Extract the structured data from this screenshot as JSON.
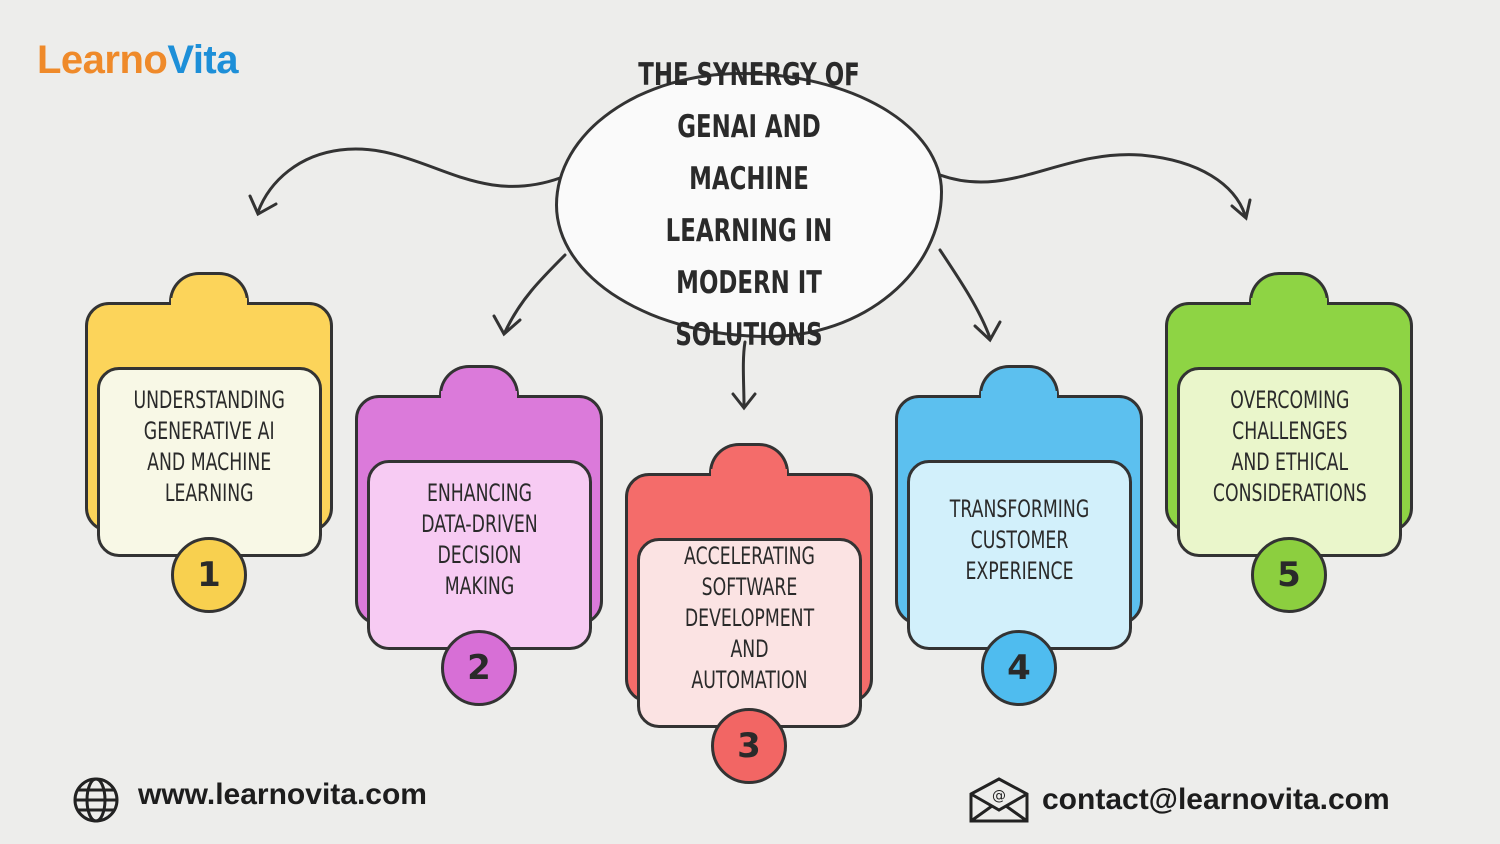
{
  "logo": {
    "part1": "Learno",
    "part2": "Vita"
  },
  "title": "The Synergy of GenAI and Machine Learning in Modern IT Solutions",
  "cards": [
    {
      "number": "1",
      "text": "Understanding Generative AI and Machine Learning",
      "color": "#fcd45a",
      "light": "#f8f8e6"
    },
    {
      "number": "2",
      "text": "Enhancing Data-Driven Decision Making",
      "color": "#db7ada",
      "light": "#f7cbf3"
    },
    {
      "number": "3",
      "text": "Accelerating Software Development and Automation",
      "color": "#f46c6a",
      "light": "#fbe3e3"
    },
    {
      "number": "4",
      "text": "Transforming Customer Experience",
      "color": "#5cc0ef",
      "light": "#d2f0fb"
    },
    {
      "number": "5",
      "text": "Overcoming Challenges and Ethical Considerations",
      "color": "#8ed444",
      "light": "#eaf6cb"
    }
  ],
  "footer": {
    "website": "www.learnovita.com",
    "email": "contact@learnovita.com"
  }
}
